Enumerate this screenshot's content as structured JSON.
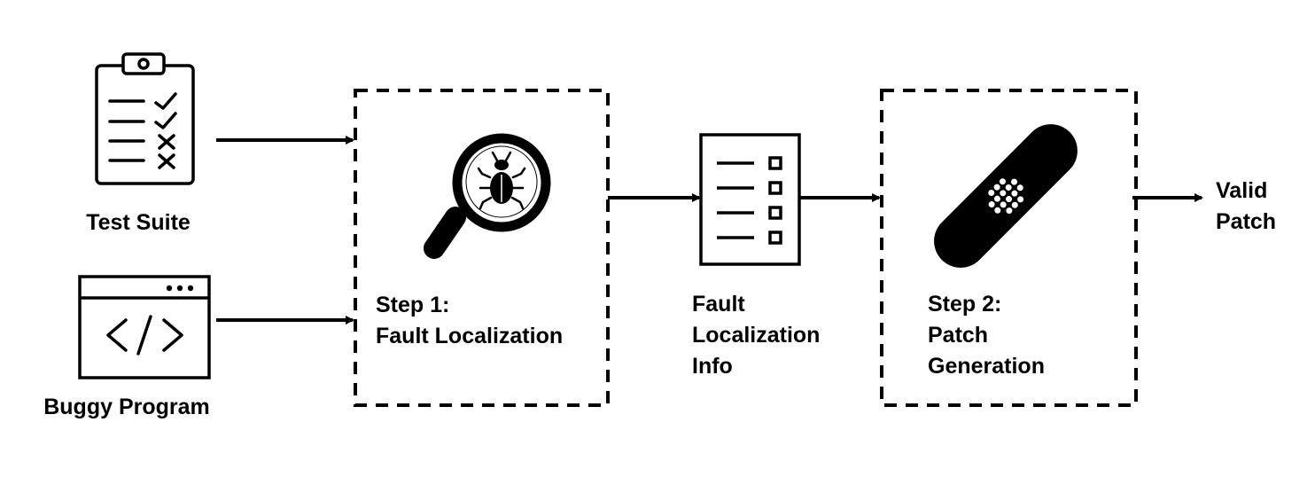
{
  "inputs": {
    "test_suite": "Test Suite",
    "buggy_program": "Buggy Program"
  },
  "step1": {
    "line1": "Step 1:",
    "line2": "Fault Localization"
  },
  "fault_info": {
    "line1": "Fault",
    "line2": "Localization",
    "line3": "Info"
  },
  "step2": {
    "line1": "Step 2:",
    "line2": "Patch",
    "line3": "Generation"
  },
  "output": {
    "line1": "Valid",
    "line2": "Patch"
  },
  "icons": [
    "clipboard-checklist-icon",
    "code-window-icon",
    "magnifier-bug-icon",
    "document-list-icon",
    "bandage-icon"
  ],
  "colors": {
    "stroke": "#000000",
    "background": "#ffffff"
  }
}
